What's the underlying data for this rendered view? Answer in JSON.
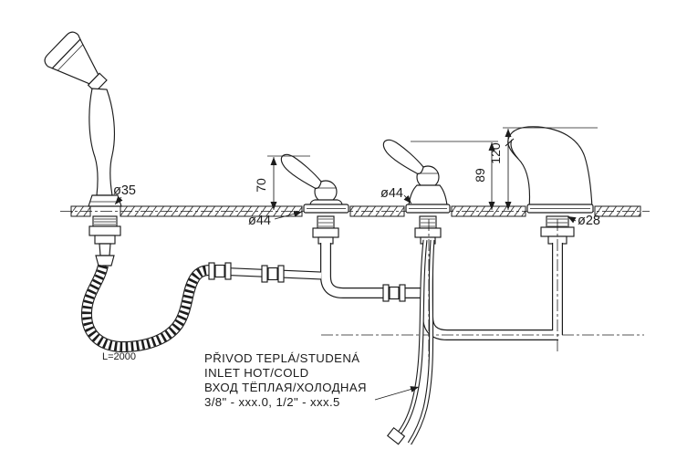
{
  "colors": {
    "ink": "#1c1c1c",
    "background": "#ffffff"
  },
  "labels": {
    "shower_head_diameter": "ø35",
    "left_valve_diameter": "ø44",
    "right_valve_diameter": "ø44",
    "spout_diameter": "ø28",
    "left_valve_height": "70",
    "right_valve_height": "89",
    "spout_height": "120",
    "hose_length": "L=2000"
  },
  "notes": {
    "czech": "PŘIVOD TEPLÁ/STUDENÁ",
    "english": "INLET HOT/COLD",
    "russian": "ВХОД ТЁПЛАЯ/ХОЛОДНАЯ",
    "thread_sizes": "3/8\" - xxx.0,  1/2\" - xxx.5"
  }
}
